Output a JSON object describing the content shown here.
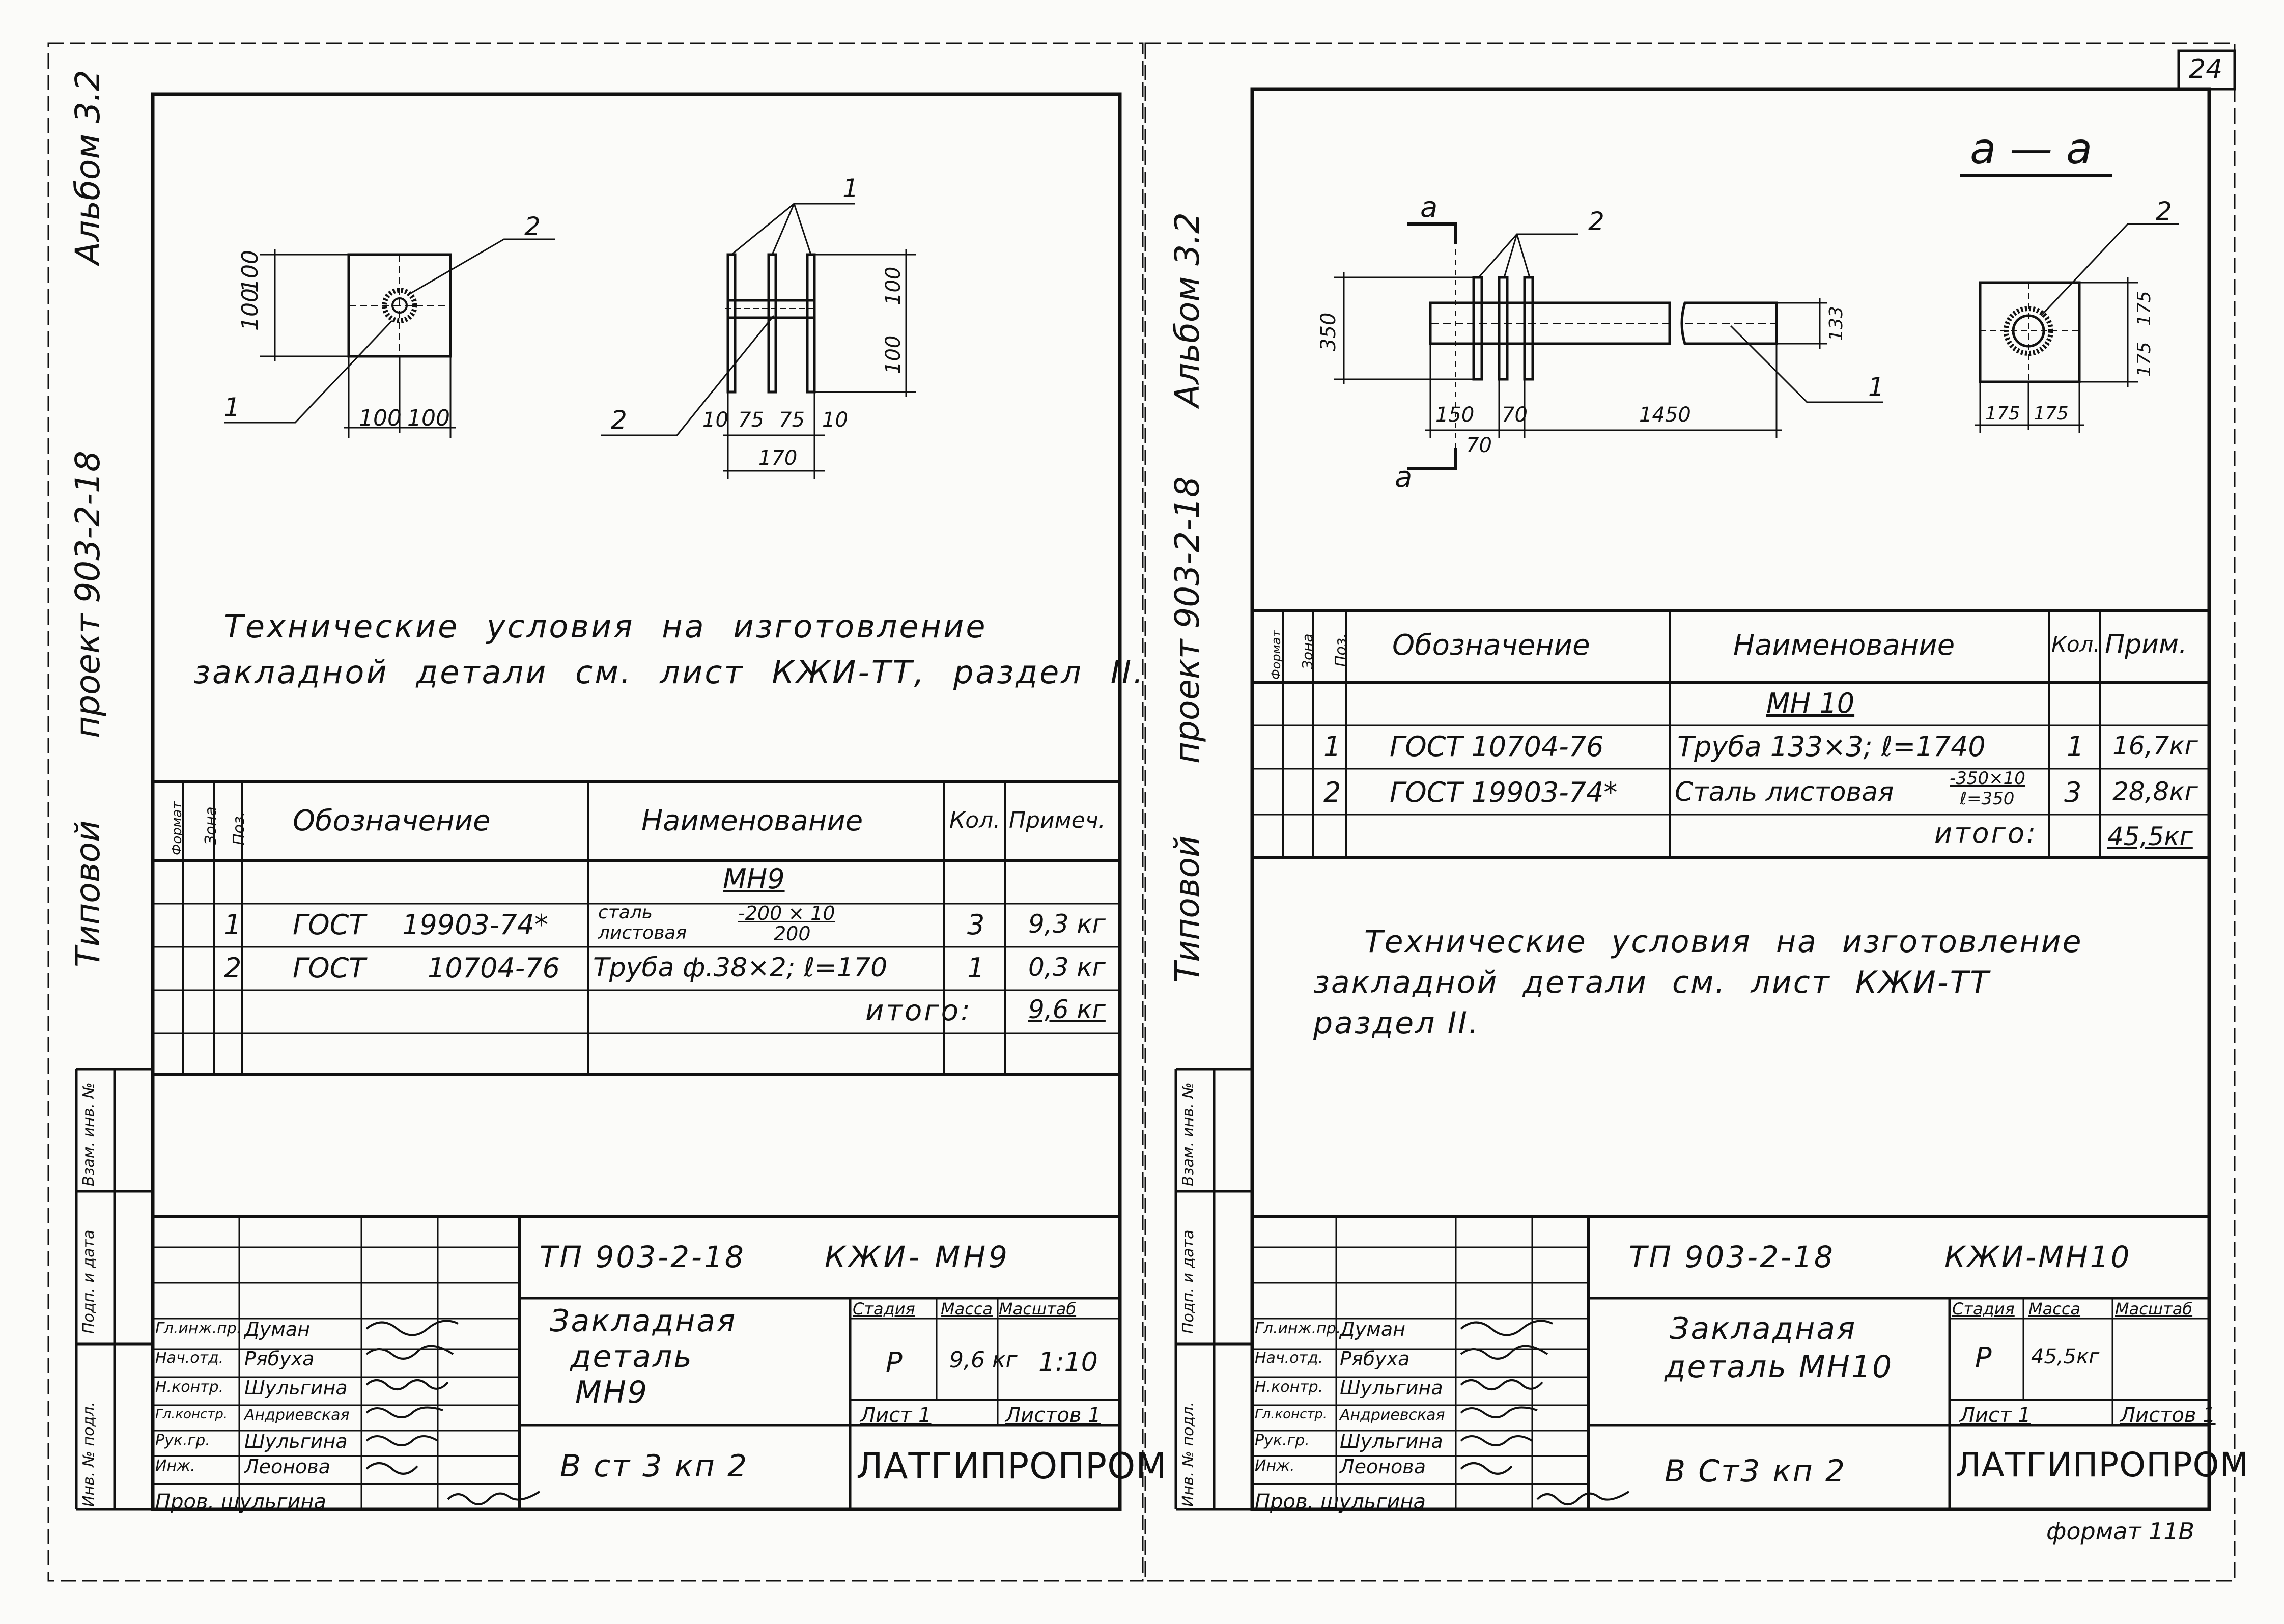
{
  "page_number": "24",
  "format_note": "формат 11В",
  "left": {
    "side_text": {
      "album": "Альбом 3.2",
      "project": "проект 903-2-18",
      "typical": "Типовой"
    },
    "stamp_side_labels": [
      "Инв. № подл.",
      "Подп. и дата",
      "Взам. инв. №"
    ],
    "drawing": {
      "plate_dims": [
        "100",
        "100",
        "100",
        "100"
      ],
      "plate_pos_1": "1",
      "plate_pos_2": "2",
      "side_pos_1": "1",
      "side_pos_2": "2",
      "side_dims": [
        "10",
        "75",
        "75",
        "10"
      ],
      "side_total": "170",
      "side_height": [
        "100",
        "100"
      ]
    },
    "tech_conditions": {
      "line1": "Технические условия на изготовление",
      "line2": "закладной детали см. лист КЖИ-ТТ, раздел II."
    },
    "spec": {
      "headers": [
        "Формат",
        "Зона",
        "Поз.",
        "Обозначение",
        "Наименование",
        "Кол.",
        "Примеч."
      ],
      "group": "МН9",
      "rows": [
        {
          "pos": "1",
          "gost": "ГОСТ",
          "num": "19903-74*",
          "name_a": "сталь",
          "name_b": "листовая",
          "frac_top": "-200 × 10",
          "frac_bot": "200",
          "qty": "3",
          "note": "9,3 кг"
        },
        {
          "pos": "2",
          "gost": "ГОСТ",
          "num": "10704-76",
          "name": "Труба ф.38×2; ℓ=170",
          "qty": "1",
          "note": "0,3 кг"
        }
      ],
      "total_label": "итого:",
      "total_value": "9,6 кг"
    },
    "title_block": {
      "doc_code": "ТП 903-2-18",
      "sheet_code": "КЖИ- МН9",
      "title_line1": "Закладная",
      "title_line2": "деталь",
      "title_line3": "МН9",
      "material": "В ст 3 кп 2",
      "stage_label": "Стадия",
      "mass_label": "Масса",
      "scale_label": "Масштаб",
      "stage": "Р",
      "mass": "9,6 кг",
      "scale": "1:10",
      "sheet_label": "Лист 1",
      "sheets_label": "Листов 1",
      "org": "ЛАТГИПРОПРОМ",
      "staff": [
        {
          "role": "Гл.инж.пр.",
          "name": "Думан"
        },
        {
          "role": "Нач.отд.",
          "name": "Рябуха"
        },
        {
          "role": "Н.контр.",
          "name": "Шульгина"
        },
        {
          "role": "Гл.констр.",
          "name": "Андриевская"
        },
        {
          "role": "Рук.гр.",
          "name": "Шульгина"
        },
        {
          "role": "Инж.",
          "name": "Леонова"
        }
      ],
      "checked": "Пров. шульгина"
    }
  },
  "right": {
    "side_text": {
      "album": "Альбом 3.2",
      "project": "проект 903-2-18",
      "typical": "Типовой"
    },
    "stamp_side_labels": [
      "Инв. № подл.",
      "Подп. и дата",
      "Взам. инв. №"
    ],
    "drawing": {
      "section_title": "а — а",
      "cut_a_top": "а",
      "cut_a_bottom": "а",
      "pos_2": "2",
      "pos_1": "1",
      "height": "350",
      "pipe_dia": "133",
      "dim_150": "150",
      "dim_70a": "70",
      "dim_70b": "70",
      "dim_1450": "1450",
      "section_pos": "2",
      "section_dims": [
        "175",
        "175",
        "175",
        "175"
      ]
    },
    "spec": {
      "headers": [
        "Формат",
        "Зона",
        "Поз.",
        "Обозначение",
        "Наименование",
        "Кол.",
        "Прим."
      ],
      "group": "МН 10",
      "rows": [
        {
          "pos": "1",
          "designation": "ГОСТ 10704-76",
          "name": "Труба 133×3;  ℓ=1740",
          "qty": "1",
          "note": "16,7кг"
        },
        {
          "pos": "2",
          "designation": "ГОСТ 19903-74*",
          "name": "Сталь листовая",
          "frac_top": "-350×10",
          "frac_bot": "ℓ=350",
          "qty": "3",
          "note": "28,8кг"
        }
      ],
      "total_label": "итого:",
      "total_value": "45,5кг"
    },
    "tech_conditions": {
      "line1": "Технические условия на изготовление",
      "line2": "закладной детали см. лист КЖИ-ТТ",
      "line3": "раздел II."
    },
    "title_block": {
      "doc_code": "ТП 903-2-18",
      "sheet_code": "КЖИ-МН10",
      "title_line1": "Закладная",
      "title_line2": "деталь МН10",
      "material": "В Ст3 кп 2",
      "stage_label": "Стадия",
      "mass_label": "Масса",
      "scale_label": "Масштаб",
      "stage": "Р",
      "mass": "45,5кг",
      "sheet_label": "Лист 1",
      "sheets_label": "Листов 1",
      "org": "ЛАТГИПРОПРОМ",
      "staff": [
        {
          "role": "Гл.инж.пр.",
          "name": "Думан"
        },
        {
          "role": "Нач.отд.",
          "name": "Рябуха"
        },
        {
          "role": "Н.контр.",
          "name": "Шульгина"
        },
        {
          "role": "Гл.констр.",
          "name": "Андриевская"
        },
        {
          "role": "Рук.гр.",
          "name": "Шульгина"
        },
        {
          "role": "Инж.",
          "name": "Леонова"
        }
      ],
      "checked": "Пров. шульгина"
    }
  }
}
